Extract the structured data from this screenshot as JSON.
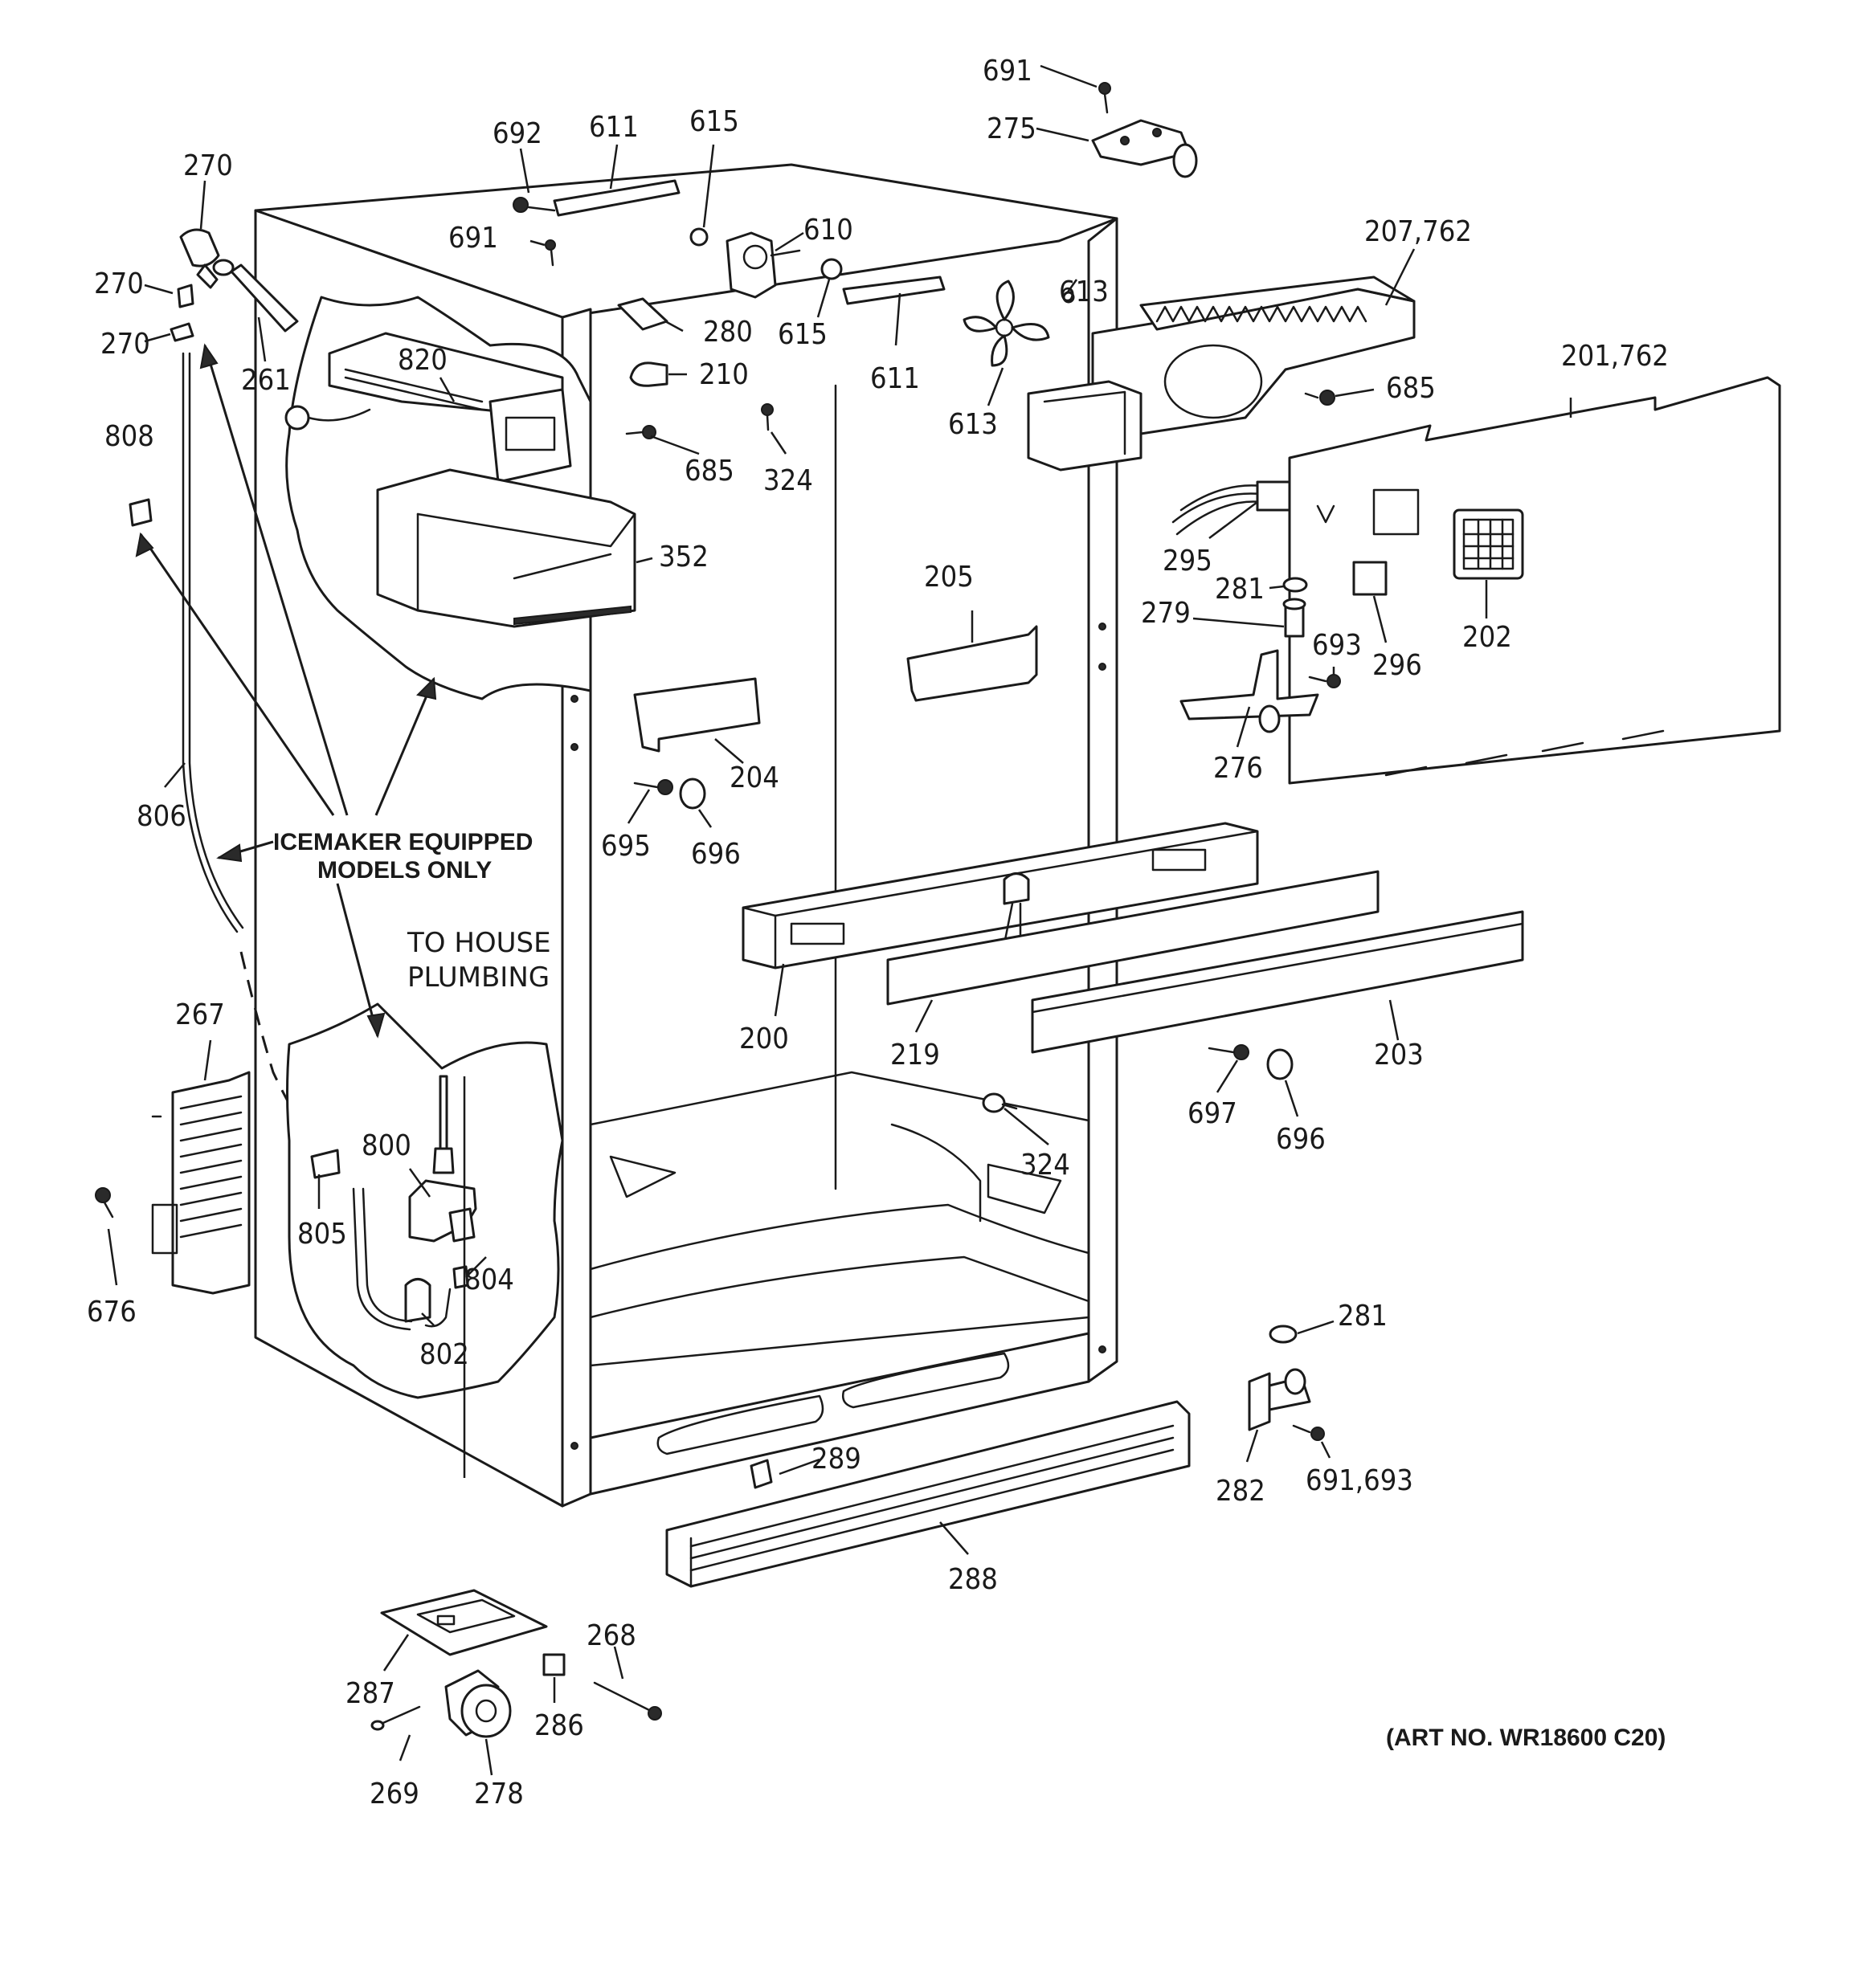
{
  "diagram": {
    "labels": {
      "l691a": "691",
      "l275": "275",
      "l692": "692",
      "l611a": "611",
      "l615a": "615",
      "l270a": "270",
      "l270b": "270",
      "l270c": "270",
      "l691b": "691",
      "l610": "610",
      "l615b": "615",
      "l613a": "613",
      "l207": "207,762",
      "l261": "261",
      "l820": "820",
      "l280": "280",
      "l210": "210",
      "l611b": "611",
      "l613b": "613",
      "l685a": "685",
      "l201": "201,762",
      "l808": "808",
      "l685b": "685",
      "l324a": "324",
      "l295": "295",
      "l352": "352",
      "l281a": "281",
      "l205": "205",
      "l279": "279",
      "l693": "693",
      "l296": "296",
      "l202": "202",
      "l204": "204",
      "l276": "276",
      "l695": "695",
      "l696a": "696",
      "l806": "806",
      "l200": "200",
      "l219": "219",
      "l203": "203",
      "l267": "267",
      "l697": "697",
      "l696b": "696",
      "l324b": "324",
      "l800": "800",
      "l805": "805",
      "l804": "804",
      "l676": "676",
      "l802": "802",
      "l281b": "281",
      "l289": "289",
      "l282": "282",
      "l691693": "691,693",
      "l288": "288",
      "l268": "268",
      "l287": "287",
      "l286": "286",
      "l269": "269",
      "l278": "278"
    },
    "note_line1": "ICEMAKER EQUIPPED",
    "note_line2": "MODELS ONLY",
    "plumbing_line1": "TO HOUSE",
    "plumbing_line2": "PLUMBING",
    "art_number": "(ART NO. WR18600 C20)"
  }
}
